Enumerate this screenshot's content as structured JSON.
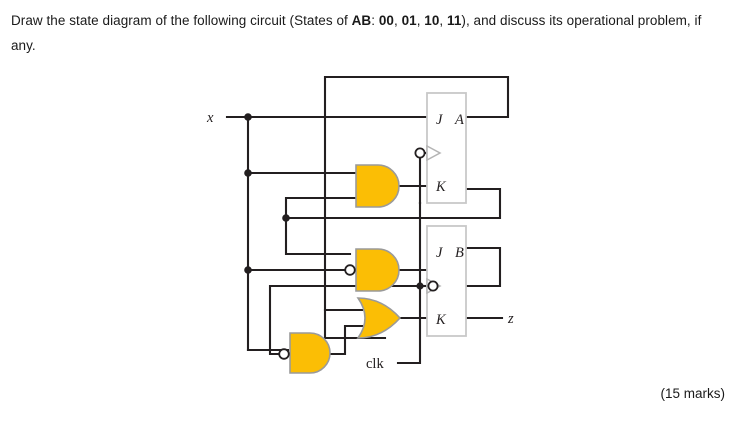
{
  "question": {
    "prefix": "Draw the state diagram of the following circuit (States of ",
    "bold_ab": "AB",
    "mid1": ": ",
    "state_00": "00",
    "sep1": ", ",
    "state_01": "01",
    "sep2": ", ",
    "state_10": "10",
    "sep3": ", ",
    "state_11": "11",
    "suffix": "), and discuss its operational problem, if any."
  },
  "marks": "(15 marks)",
  "figure": {
    "input_label_x": "x",
    "output_label_z": "z",
    "clock_label": "clk",
    "flipflops": [
      {
        "id": "ff-a",
        "j_label": "J",
        "k_label": "K",
        "output_label": "A",
        "type": "JK"
      },
      {
        "id": "ff-b",
        "j_label": "J",
        "k_label": "K",
        "output_label": "B",
        "type": "JK"
      }
    ],
    "gates": [
      {
        "id": "gate-and-top",
        "type": "AND",
        "inverted_inputs": [],
        "drives": "K of A"
      },
      {
        "id": "gate-and-mid",
        "type": "AND",
        "inverted_inputs": [
          "lower"
        ],
        "drives": "J of B"
      },
      {
        "id": "gate-or",
        "type": "OR",
        "inverted_inputs": [],
        "drives": "K of B"
      },
      {
        "id": "gate-and-bottom",
        "type": "AND",
        "inverted_inputs": [
          "lower"
        ],
        "drives": "OR gate input"
      }
    ],
    "colors": {
      "gate_fill": "#FBBE05",
      "gate_stroke": "#9a9a9a",
      "wire": "#231f20",
      "ff_border": "#c8c8c8"
    }
  }
}
